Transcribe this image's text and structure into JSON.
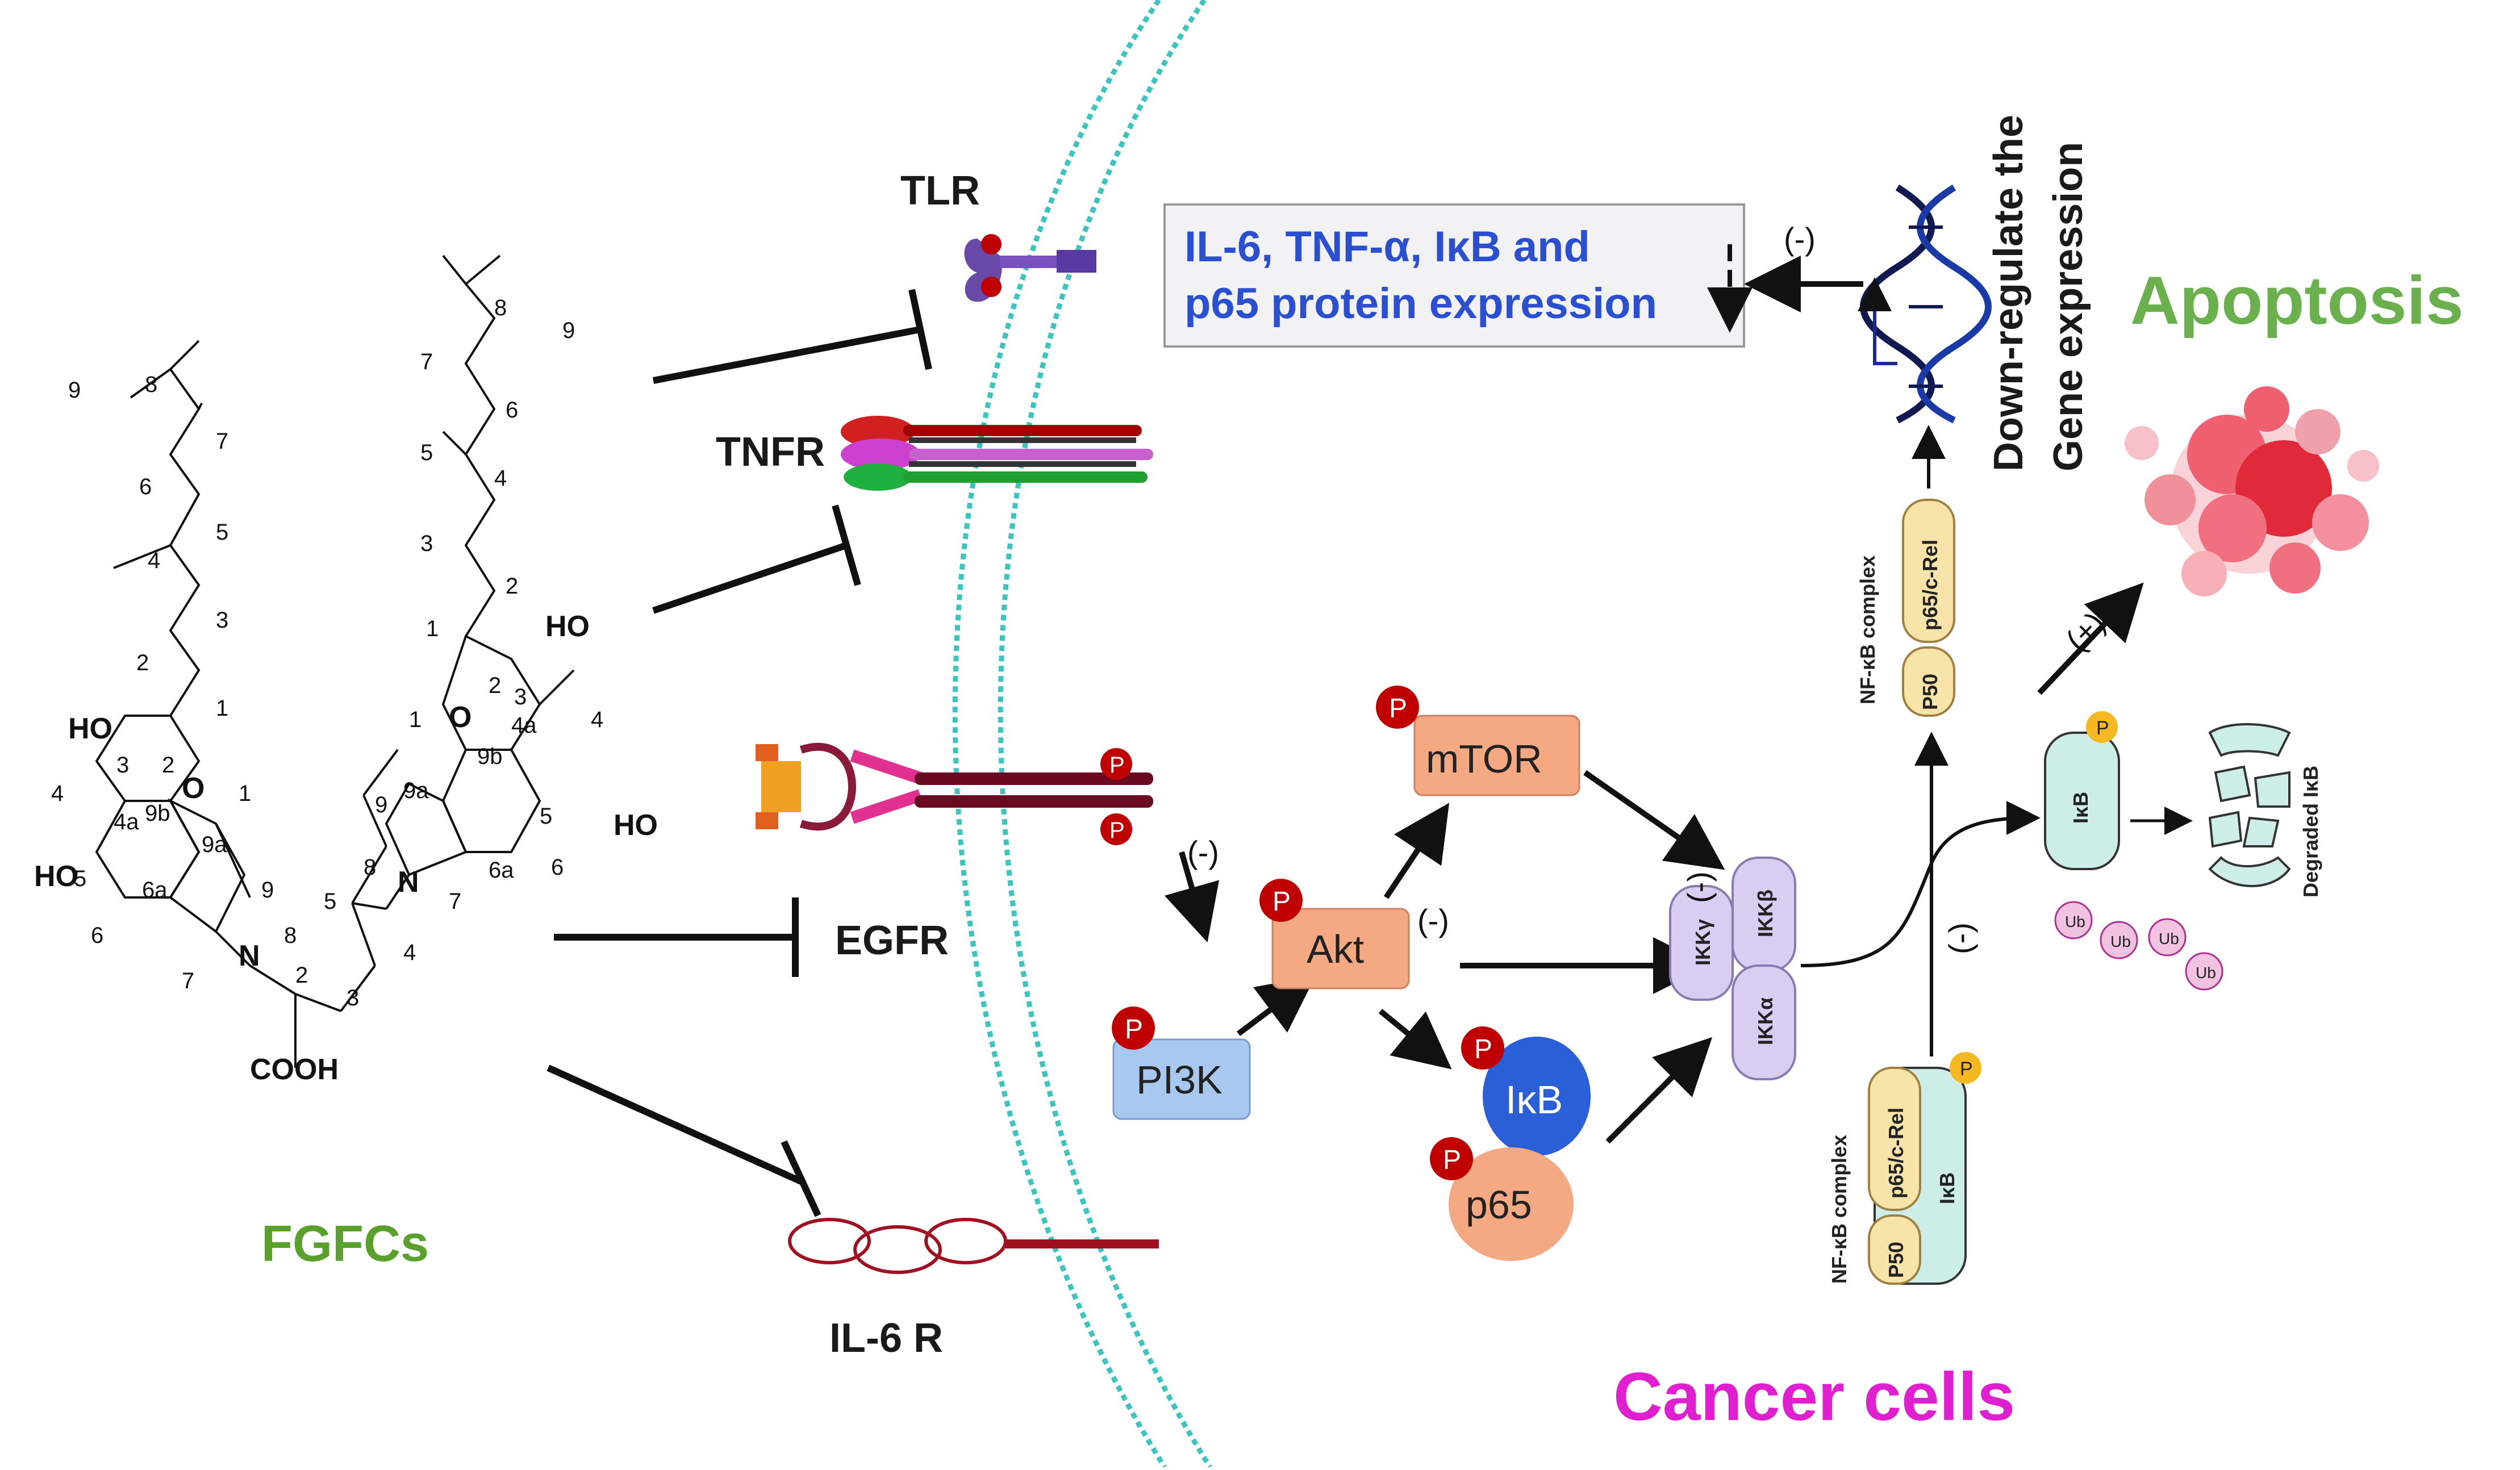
{
  "labels": {
    "tlr": "TLR",
    "tnfr": "TNFR",
    "egfr": "EGFR",
    "il6r": "IL-6 R",
    "fgfcs": "FGFCs",
    "cancer_cells": "Cancer cells",
    "apoptosis": "Apoptosis",
    "down_regulate_1": "Down-regulate the",
    "down_regulate_2": "Gene expression",
    "protein_box_1": "IL-6, TNF-α, IκB and",
    "protein_box_2": "p65 protein expression",
    "pi3k": "PI3K",
    "akt": "Akt",
    "mtor": "mTOR",
    "ikb": "IκB",
    "p65": "p65",
    "ikk_gamma": "IKKγ",
    "ikk_beta": "IKKβ",
    "ikk_alpha": "IKKα",
    "nfkb_complex": "NF-κB complex",
    "p50": "P50",
    "p65_crel": "p65/c-Rel",
    "ikb_box": "IκB",
    "degraded_ikb": "Degraded IκB",
    "ub": "Ub",
    "phospho": "P",
    "minus": "(-)",
    "plus": "(+)"
  },
  "chem": {
    "oh": "HO",
    "n": "N",
    "o": "O",
    "cooh": "COOH",
    "sub1": "1",
    "left_numbers": [
      "9",
      "8",
      "7",
      "6",
      "5",
      "4",
      "3",
      "2",
      "1",
      "1",
      "2",
      "3",
      "4",
      "4a",
      "9b",
      "9a",
      "6a",
      "5",
      "6",
      "7",
      "8",
      "9",
      "2",
      "3",
      "4",
      "5"
    ],
    "right_numbers": [
      "9",
      "8",
      "7",
      "6",
      "5",
      "4",
      "3",
      "2",
      "1",
      "1",
      "2",
      "3",
      "4",
      "4a",
      "9b",
      "9a",
      "6a",
      "5",
      "6",
      "7",
      "8",
      "9"
    ]
  },
  "colors": {
    "fgfcs": "#5aa02c",
    "apoptosis": "#6ab04c",
    "cancer_cells": "#e020d0",
    "protein_text": "#2a4fd0",
    "membrane": "#3bc4c0",
    "phospho": "#c00000",
    "akt_fill": "#f5a982",
    "pi3k_fill": "#a8c8f0",
    "ikk_fill": "#d9cdf2",
    "ikb_fill": "#cdeee6",
    "yellow": "#f8e3a8",
    "ub_fill": "#f2c3e0"
  }
}
